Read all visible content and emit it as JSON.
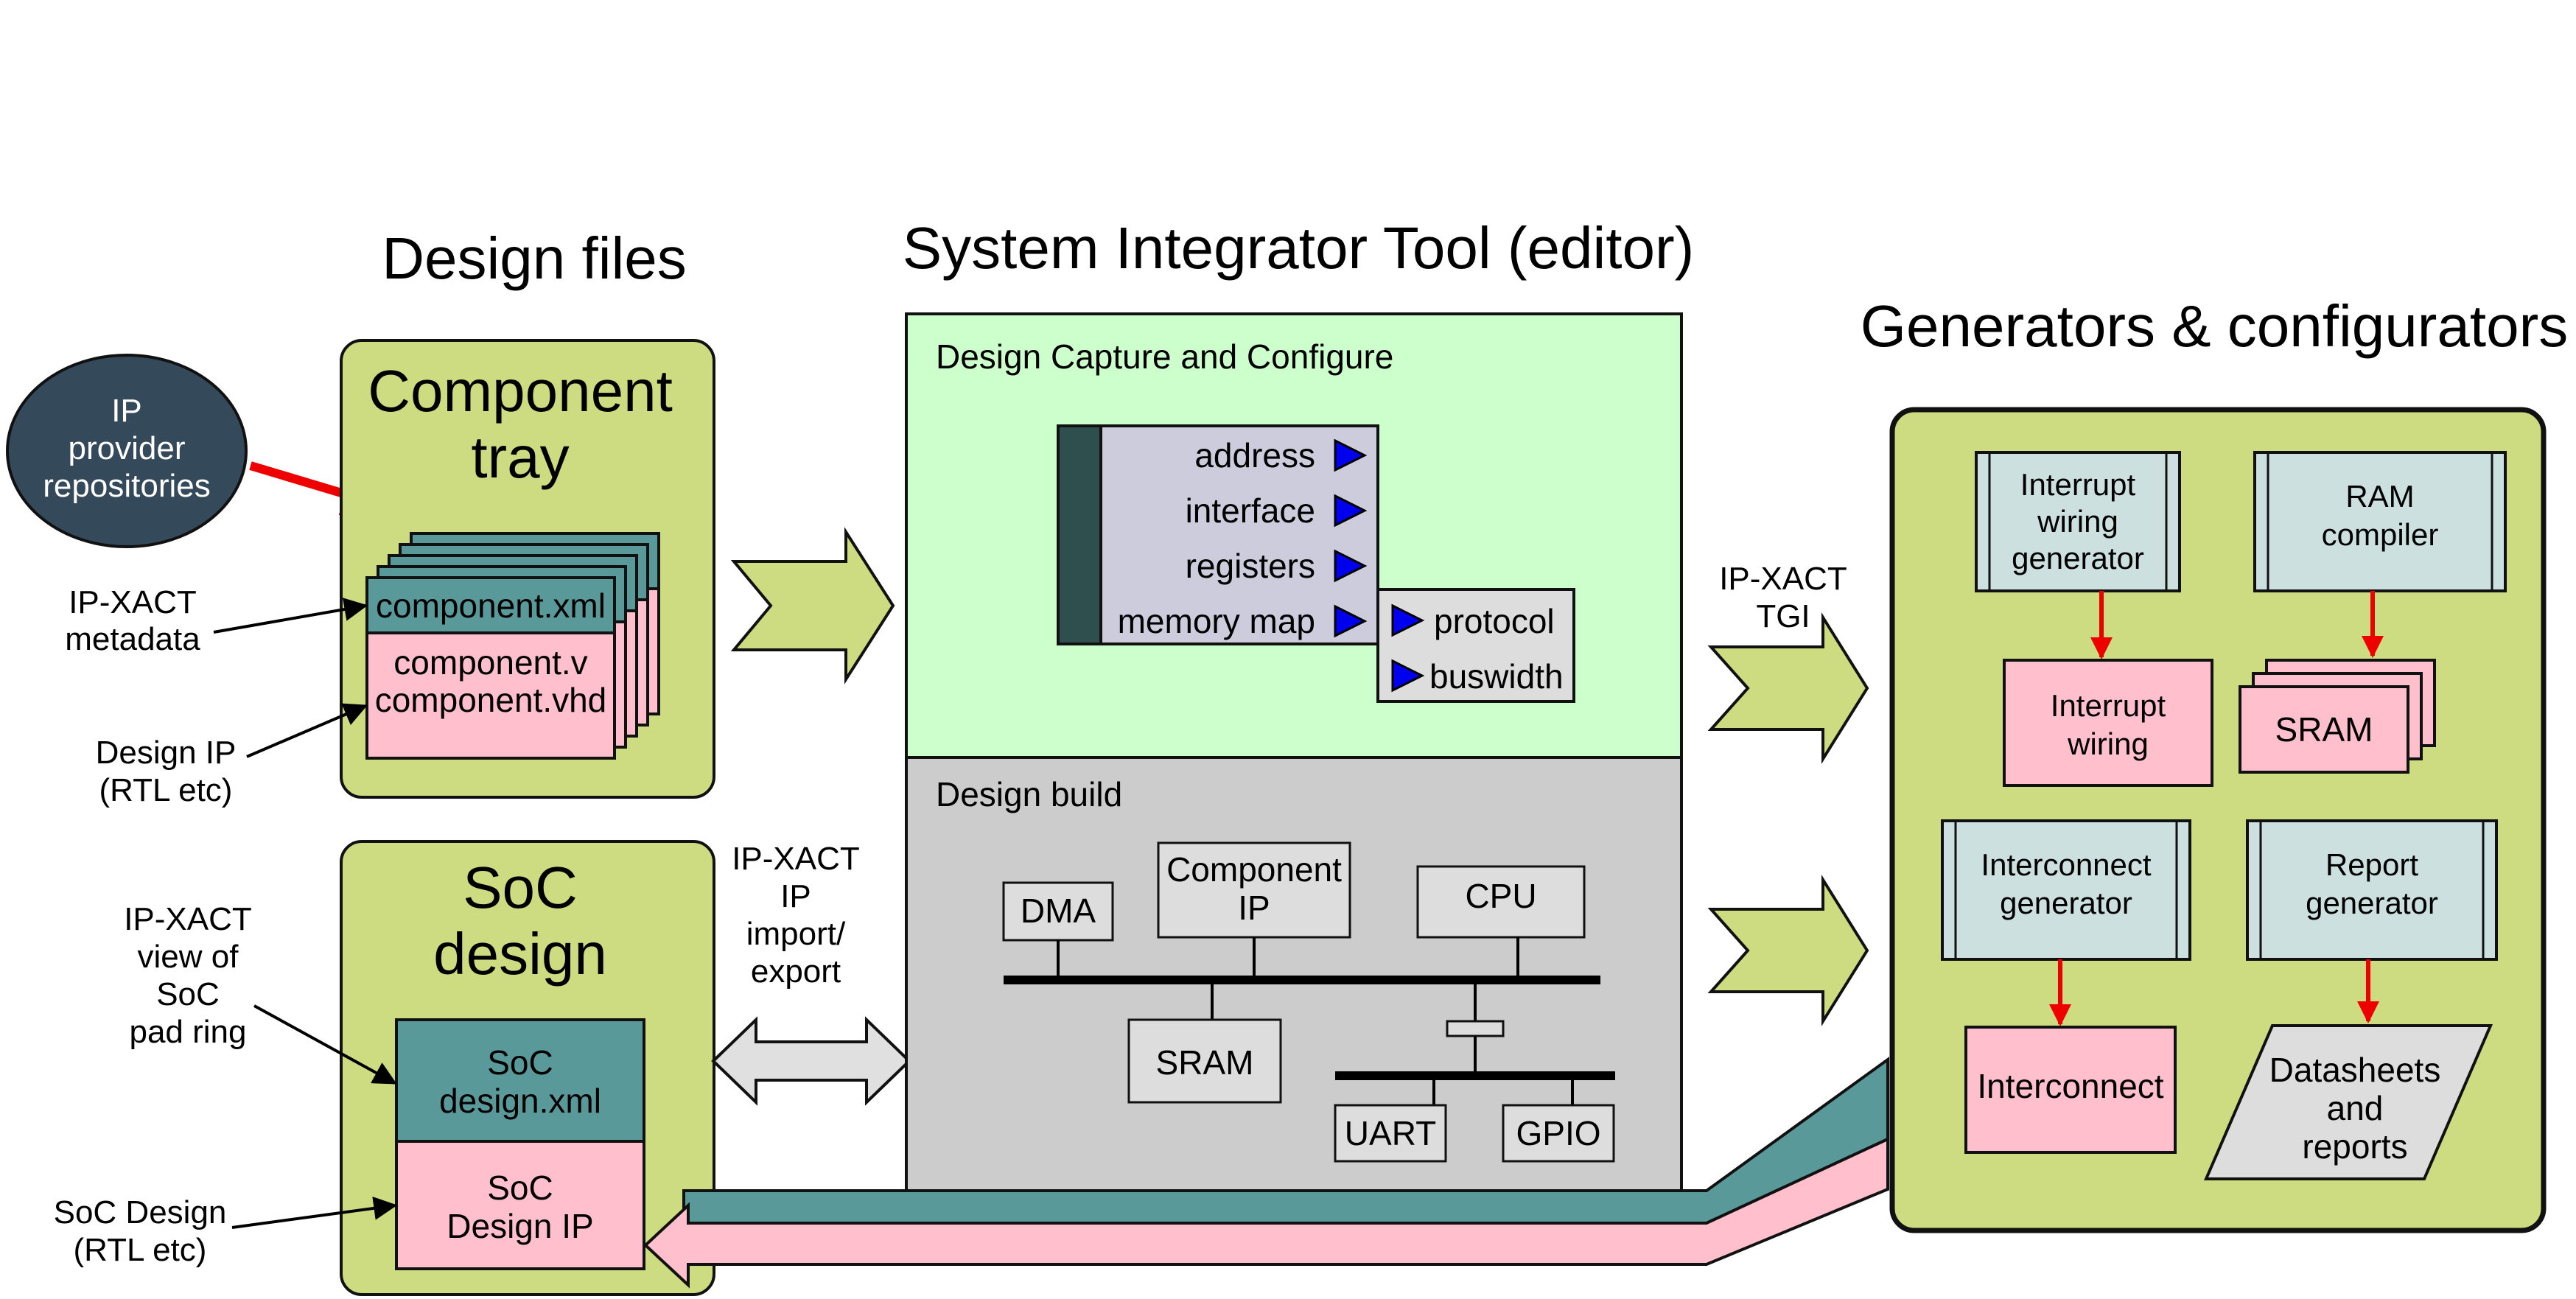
{
  "headings": {
    "design_files": "Design files",
    "system_tool": "System Integrator Tool (editor)",
    "generators": "Generators & configurators"
  },
  "provider": {
    "line1": "IP",
    "line2": "provider",
    "line3": "repositories"
  },
  "component_tray": {
    "title1": "Component",
    "title2": "tray",
    "xml": "component.xml",
    "rtl1": "component.v",
    "rtl2": "component.vhd"
  },
  "soc_design": {
    "title1": "SoC",
    "title2": "design",
    "xml1": "SoC",
    "xml2": "design.xml",
    "ip1": "SoC",
    "ip2": "Design IP"
  },
  "left_labels": {
    "metadata1": "IP-XACT",
    "metadata2": "metadata",
    "design_ip1": "Design IP",
    "design_ip2": "(RTL etc)",
    "view1": "IP-XACT",
    "view2": "view of",
    "view3": "SoC",
    "view4": "pad ring",
    "soc_rtl1": "SoC Design",
    "soc_rtl2": "(RTL etc)"
  },
  "import_export": {
    "line1": "IP-XACT",
    "line2": "IP",
    "line3": "import/",
    "line4": "export"
  },
  "tgi": {
    "line1": "IP-XACT",
    "line2": "TGI"
  },
  "capture": {
    "title": "Design Capture and Configure",
    "address": "address",
    "interface": "interface",
    "registers": "registers",
    "memory_map": "memory map",
    "protocol": "protocol",
    "buswidth": "buswidth"
  },
  "build": {
    "title": "Design build",
    "dma": "DMA",
    "component_ip1": "Component",
    "component_ip2": "IP",
    "cpu": "CPU",
    "sram": "SRAM",
    "uart": "UART",
    "gpio": "GPIO"
  },
  "generators": {
    "interrupt_gen1": "Interrupt",
    "interrupt_gen2": "wiring",
    "interrupt_gen3": "generator",
    "ram_compiler1": "RAM",
    "ram_compiler2": "compiler",
    "interrupt_wiring1": "Interrupt",
    "interrupt_wiring2": "wiring",
    "sram": "SRAM",
    "interconnect_gen1": "Interconnect",
    "interconnect_gen2": "generator",
    "report_gen1": "Report",
    "report_gen2": "generator",
    "interconnect": "Interconnect",
    "datasheets1": "Datasheets",
    "datasheets2": "and",
    "datasheets3": "reports"
  },
  "colors": {
    "olive_panel": "#cddc80",
    "teal": "#5a9999",
    "pink": "#ffbfcc",
    "light_green": "#ccffcc",
    "gray_panel": "#cccccc",
    "lavender": "#ccccdd",
    "dark_teal": "#2f4f4f",
    "navy_ellipse": "#34495a",
    "pale_cyan": "#cce0e0",
    "red_arrow": "#ee0000",
    "triangle_blue": "#0000ee"
  }
}
